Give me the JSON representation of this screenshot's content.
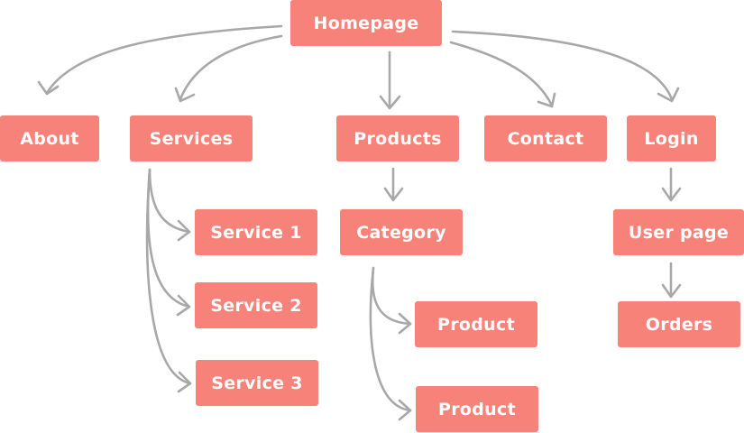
{
  "sitemap": {
    "homepage": "Homepage",
    "about": "About",
    "services": "Services",
    "service_1": "Service 1",
    "service_2": "Service 2",
    "service_3": "Service 3",
    "products": "Products",
    "category": "Category",
    "product_1": "Product",
    "product_2": "Product",
    "contact": "Contact",
    "login": "Login",
    "user_page": "User page",
    "orders": "Orders"
  },
  "colors": {
    "node_fill": "#f78279",
    "node_text": "#ffffff",
    "connector": "#a8a8a8"
  }
}
